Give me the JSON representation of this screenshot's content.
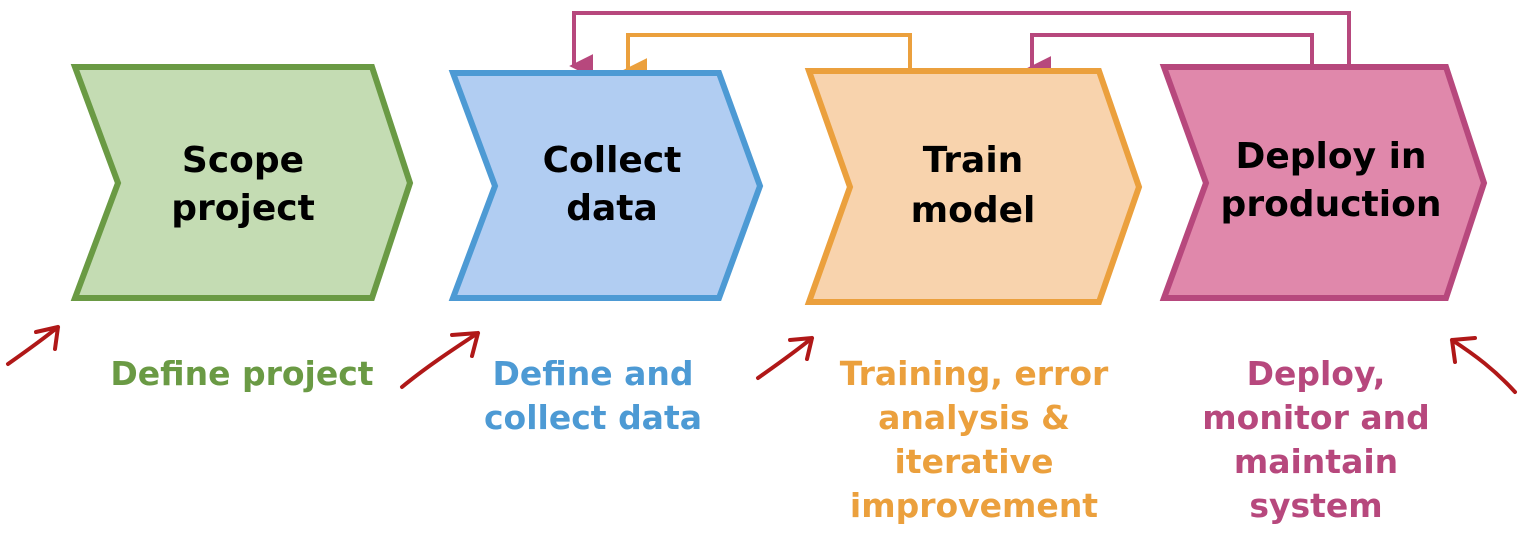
{
  "colors": {
    "scope_fill": "#c4dcb3",
    "scope_stroke": "#6a9a44",
    "scope_text": "#6a9a44",
    "collect_fill": "#b1cdf2",
    "collect_stroke": "#4d9ad4",
    "collect_text": "#4d9ad4",
    "train_fill": "#f8d3ad",
    "train_stroke": "#eba03d",
    "train_text": "#eba03d",
    "deploy_fill": "#e088ab",
    "deploy_stroke": "#b7487d",
    "deploy_text": "#b7487d",
    "hand_arrow": "#b01818"
  },
  "steps": [
    {
      "id": "scope",
      "title": [
        "Scope",
        "project"
      ],
      "description": [
        "Define project"
      ]
    },
    {
      "id": "collect",
      "title": [
        "Collect",
        "data"
      ],
      "description": [
        "Define and",
        "collect data"
      ]
    },
    {
      "id": "train",
      "title": [
        "Train",
        "model"
      ],
      "description": [
        "Training, error",
        "analysis &",
        "iterative",
        "improvement"
      ]
    },
    {
      "id": "deploy",
      "title": [
        "Deploy in",
        "production"
      ],
      "description": [
        "Deploy,",
        "monitor and",
        "maintain",
        "system"
      ]
    }
  ],
  "feedback_arrows": [
    {
      "from": "train",
      "to": "collect",
      "color": "#eba03d"
    },
    {
      "from": "deploy",
      "to": "train",
      "color": "#b7487d"
    },
    {
      "from": "deploy",
      "to": "collect",
      "color": "#b7487d"
    }
  ]
}
